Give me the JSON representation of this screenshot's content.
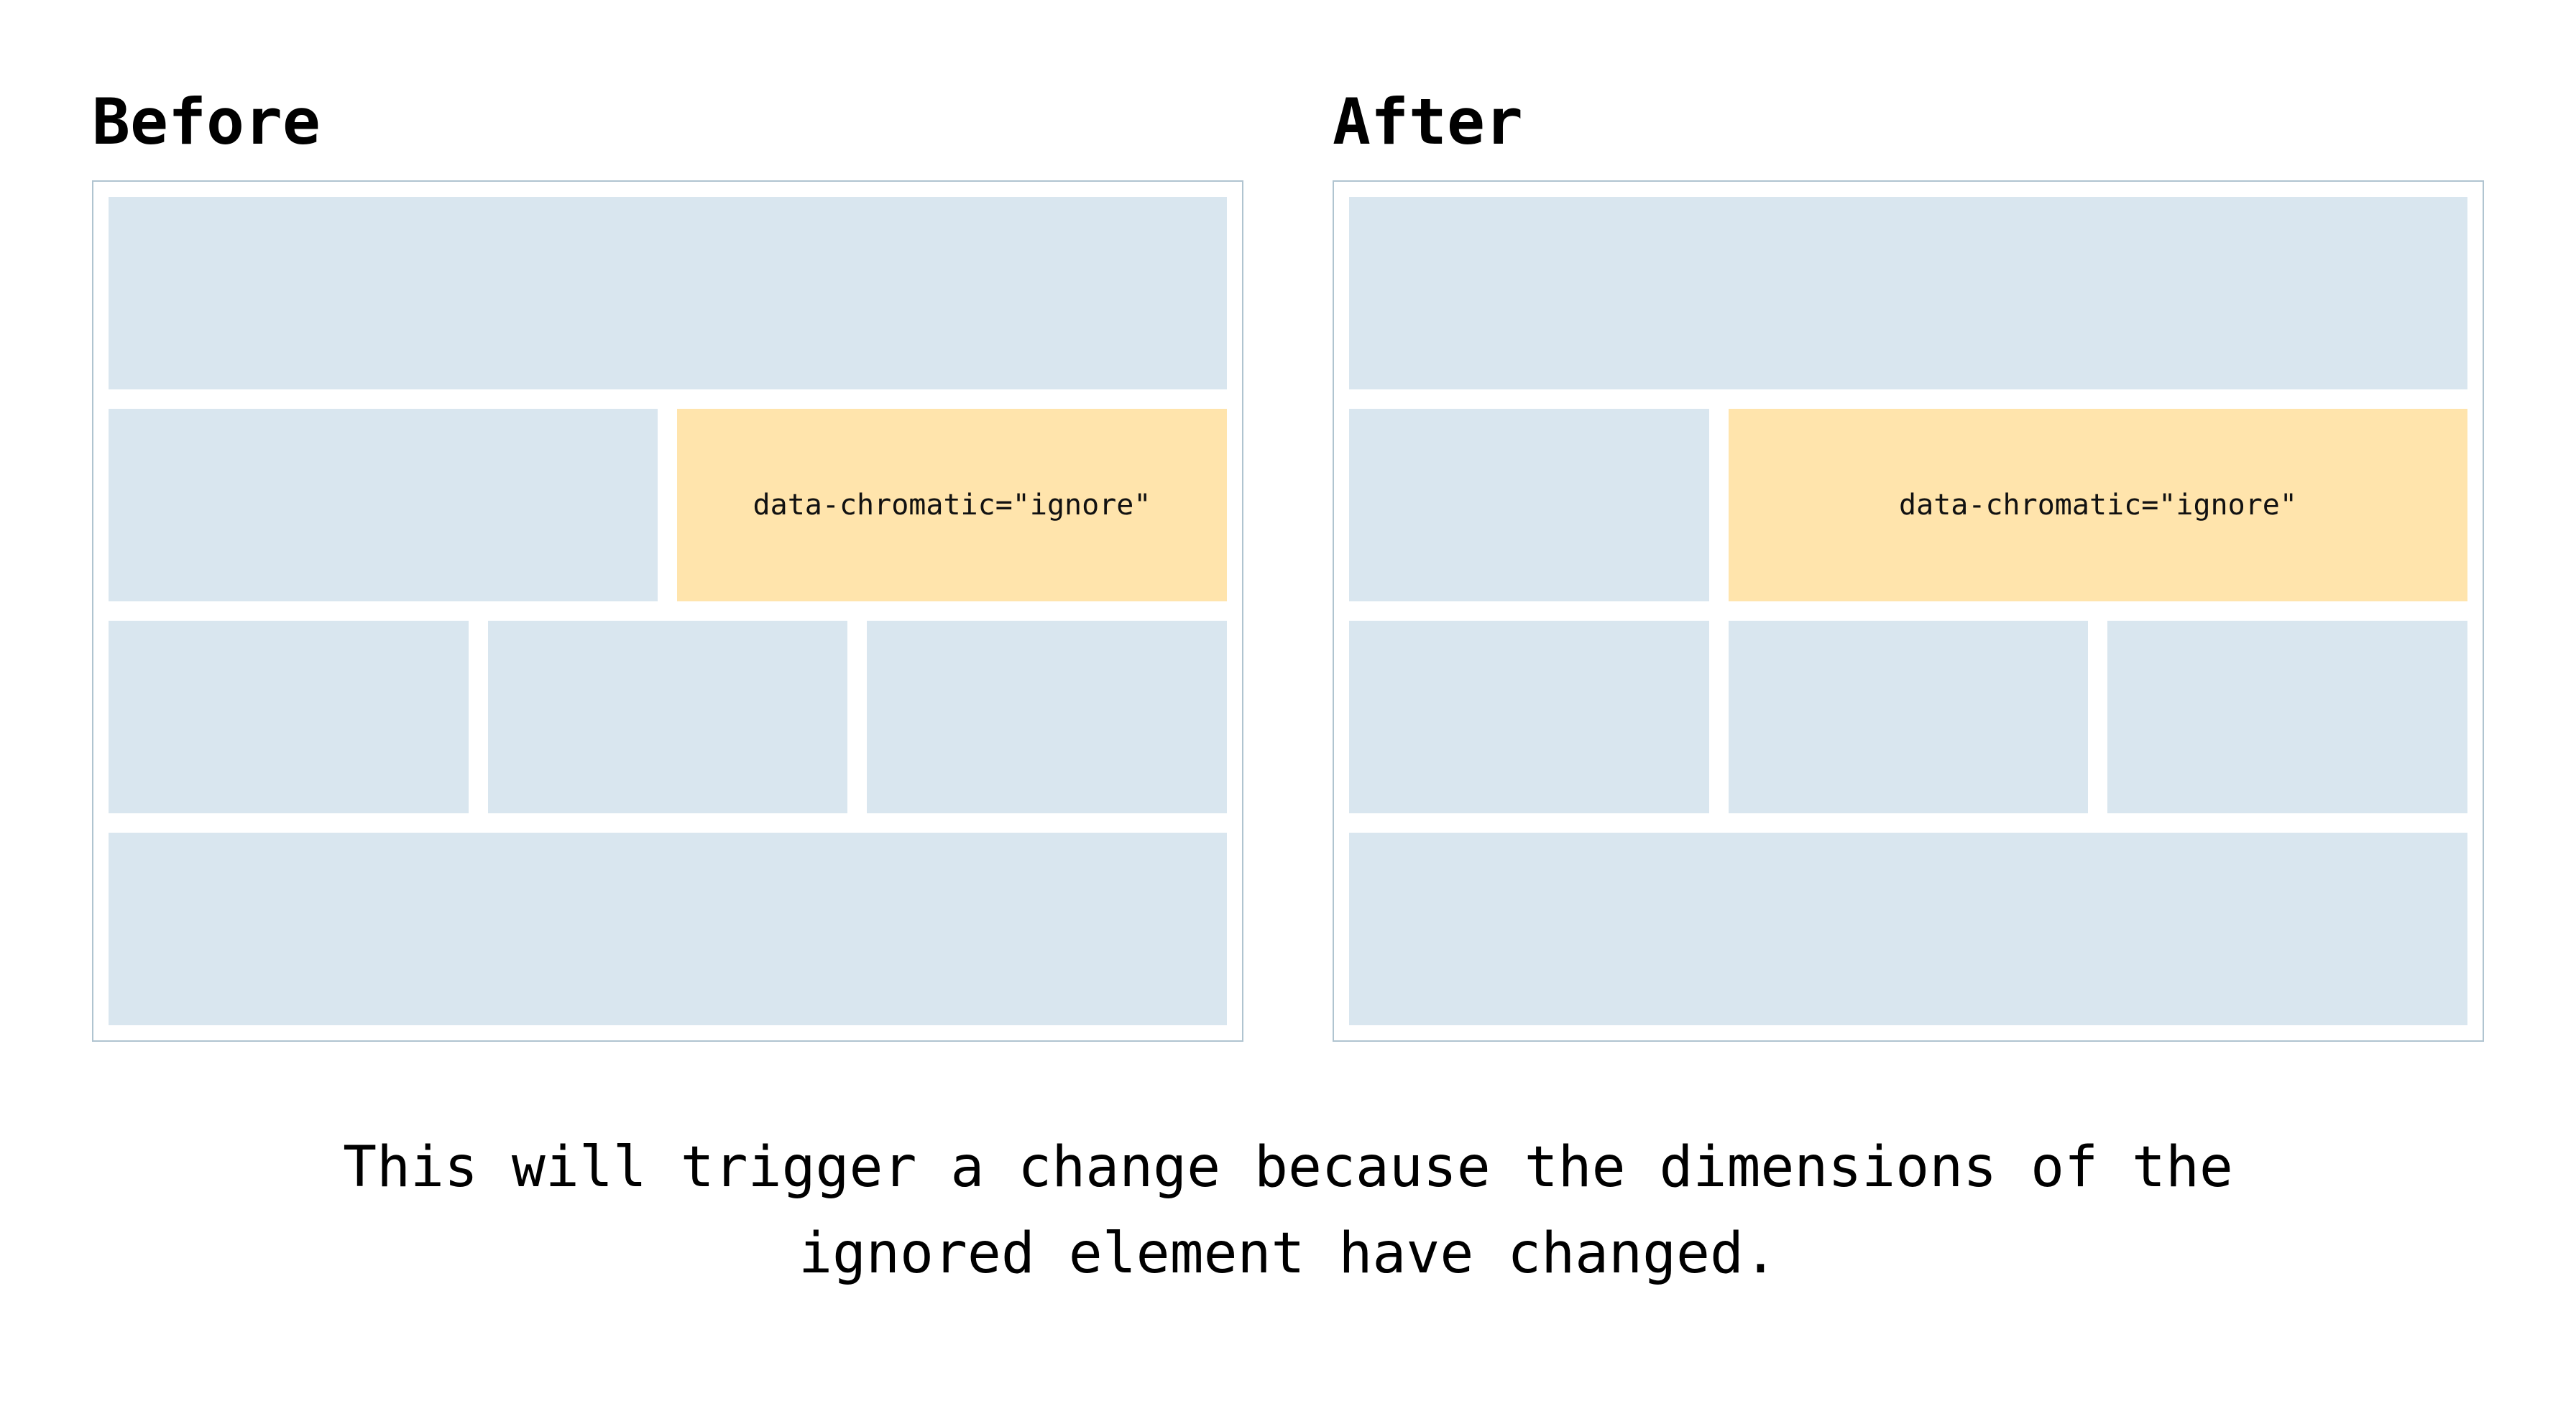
{
  "panels": {
    "before": {
      "title": "Before"
    },
    "after": {
      "title": "After"
    }
  },
  "ignored_label": "data-chromatic=\"ignore\"",
  "caption": {
    "lines": [
      "This will trigger a change because the dimensions of the",
      "ignored element have changed."
    ]
  },
  "colors": {
    "block_blue": "#d9e6ef",
    "ignored_orange": "#ffe4ac",
    "panel_border": "#b0c4d0",
    "text_color": "#111111"
  }
}
